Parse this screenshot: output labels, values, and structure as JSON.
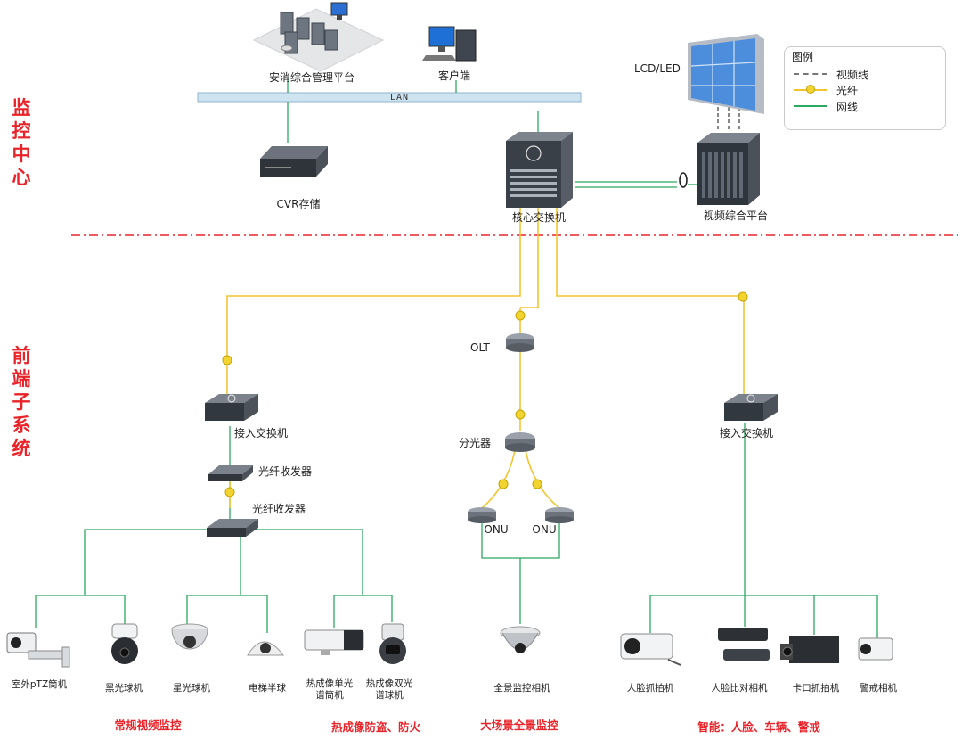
{
  "side_labels": {
    "control_center": "监控中心",
    "frontend": "前端子系统"
  },
  "center": {
    "platform": "安消综合管理平台",
    "client": "客户端",
    "lan": "LAN",
    "display": "LCD/LED",
    "cvr": "CVR存储",
    "core_switch": "核心交换机",
    "video_platform": "视频综合平台"
  },
  "legend": {
    "title": "图例",
    "items": [
      {
        "label": "视频线",
        "type": "video"
      },
      {
        "label": "光纤",
        "type": "fiber"
      },
      {
        "label": "网线",
        "type": "net"
      }
    ]
  },
  "colors": {
    "fiber": "#f4c430",
    "net": "#2ea860",
    "divider": "#e8242a",
    "side_label": "#e8242a",
    "lan": "#b7d7ea"
  },
  "frontend": {
    "left": {
      "access_switch": "接入交换机",
      "transceiver_1": "光纤收发器",
      "transceiver_2": "光纤收发器",
      "devices": [
        "室外pTZ筒机",
        "黑光球机",
        "星光球机",
        "电梯半球",
        "热成像单光谱筒机",
        "热成像双光谱球机"
      ]
    },
    "middle": {
      "olt": "OLT",
      "splitter": "分光器",
      "onu_1": "ONU",
      "onu_2": "ONU",
      "device": "全景监控相机"
    },
    "right": {
      "access_switch": "接入交换机",
      "devices": [
        "人脸抓拍机",
        "人脸比对相机",
        "卡口抓拍机",
        "警戒相机"
      ]
    }
  },
  "groups": {
    "regular": "常规视频监控",
    "thermal": "热成像防盗、防火",
    "panorama": "大场景全景监控",
    "smart": "智能：人脸、车辆、警戒"
  }
}
